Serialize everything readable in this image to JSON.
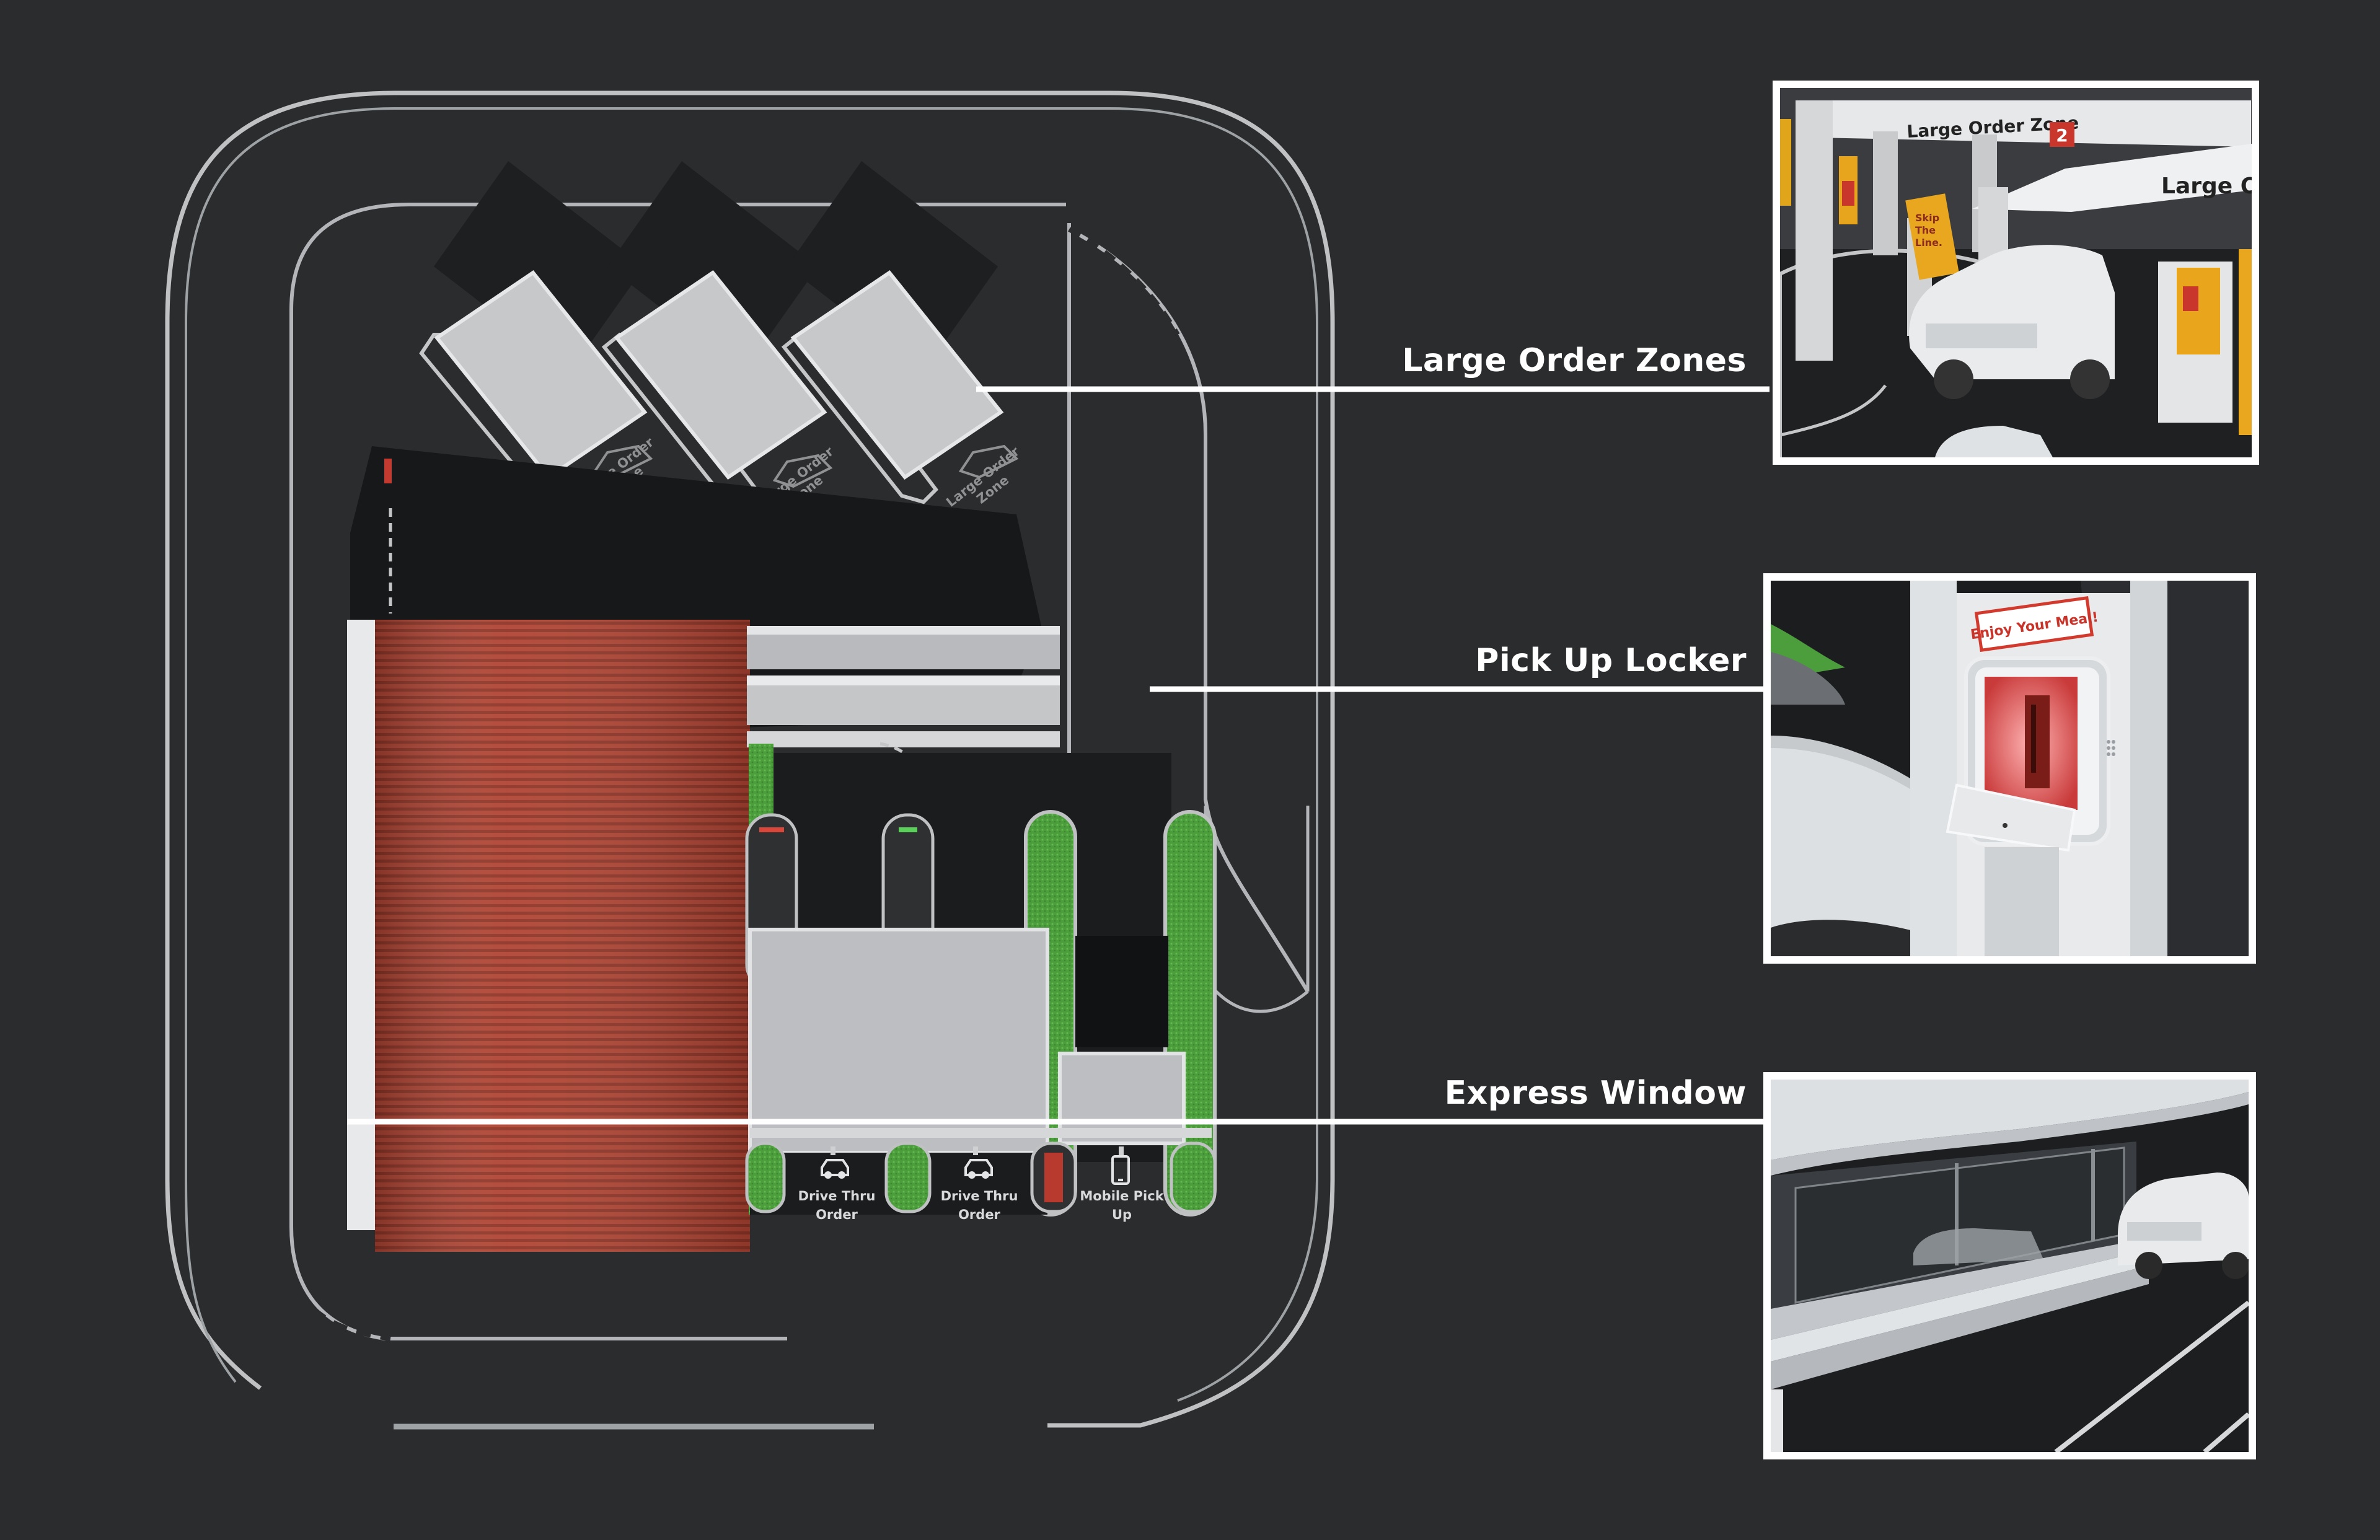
{
  "colors": {
    "background": "#2a2c2e",
    "roof_red": "#b14432",
    "grass_green": "#4a9d3c",
    "structure_grey": "#c8cacc",
    "accent_red": "#d42b2b"
  },
  "callouts": [
    {
      "label": "Large Order Zones"
    },
    {
      "label": "Pick Up Locker"
    },
    {
      "label": "Express Window"
    }
  ],
  "large_order_zone_label": [
    "Large Order",
    "Zone"
  ],
  "lanes": [
    {
      "icon": "car-icon",
      "label": [
        "Drive Thru",
        "Order"
      ]
    },
    {
      "icon": "car-icon",
      "label": [
        "Drive Thru",
        "Order"
      ]
    },
    {
      "icon": "phone-icon",
      "label": [
        "Mobile Pick",
        "Up"
      ]
    }
  ],
  "insets": {
    "large_order": {
      "sign_text": "Large Order Zone",
      "sign_number": "2",
      "sign2_text": "Large Or",
      "kiosk_text": [
        "Skip",
        "The",
        "Line."
      ]
    },
    "pickup_locker": {
      "sign_text": "Enjoy Your Meal!"
    }
  }
}
